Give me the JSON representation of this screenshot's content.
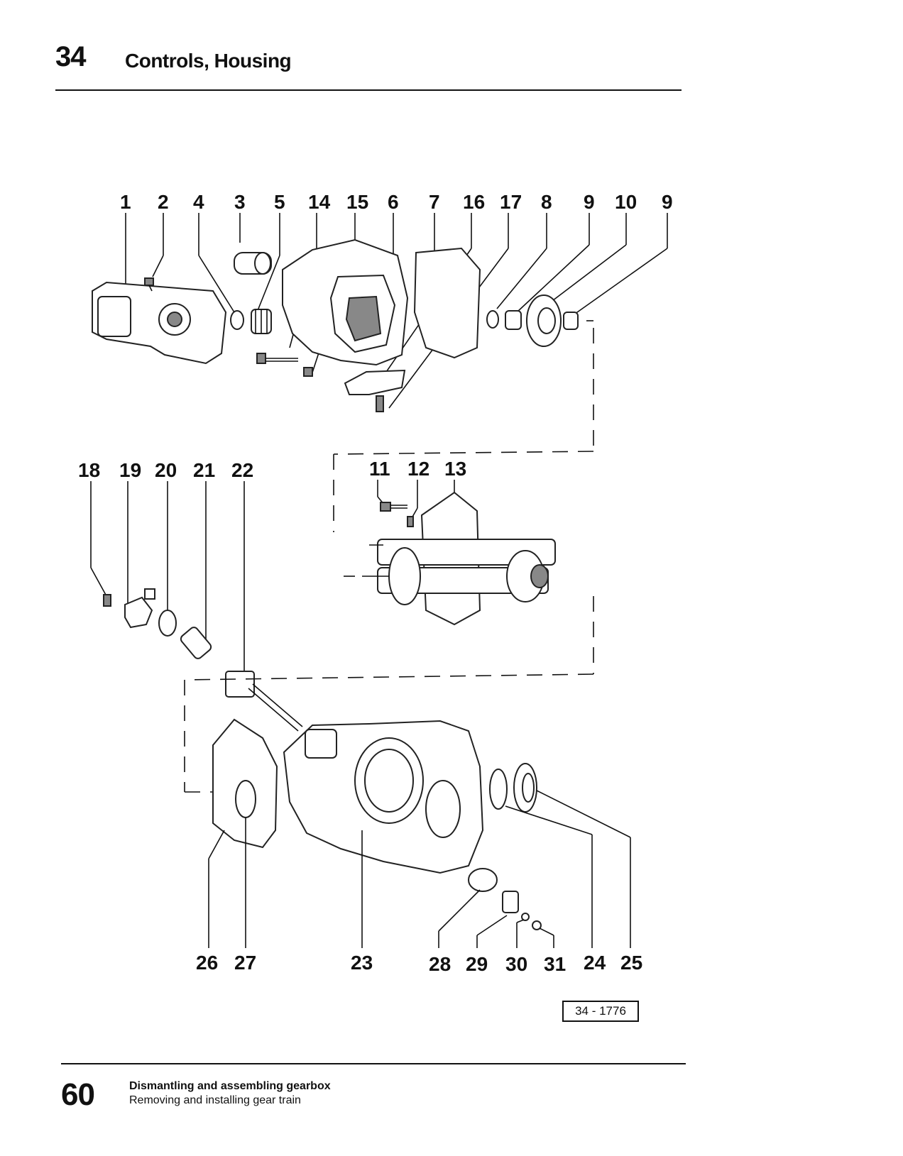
{
  "header": {
    "section_number": "34",
    "section_title": "Controls, Housing"
  },
  "figure": {
    "reference": "34 - 1776",
    "callouts_top": [
      "1",
      "2",
      "4",
      "3",
      "5",
      "14",
      "15",
      "6",
      "7",
      "16",
      "17",
      "8",
      "9",
      "10",
      "9"
    ],
    "callouts_middle_left": [
      "18",
      "19",
      "20",
      "21",
      "22"
    ],
    "callouts_middle_right": [
      "11",
      "12",
      "13"
    ],
    "callouts_bottom": [
      "26",
      "27",
      "23",
      "28",
      "29",
      "30",
      "31",
      "24",
      "25"
    ]
  },
  "footer": {
    "page_number": "60",
    "line1": "Dismantling and assembling gearbox",
    "line2": "Removing and installing gear train"
  }
}
